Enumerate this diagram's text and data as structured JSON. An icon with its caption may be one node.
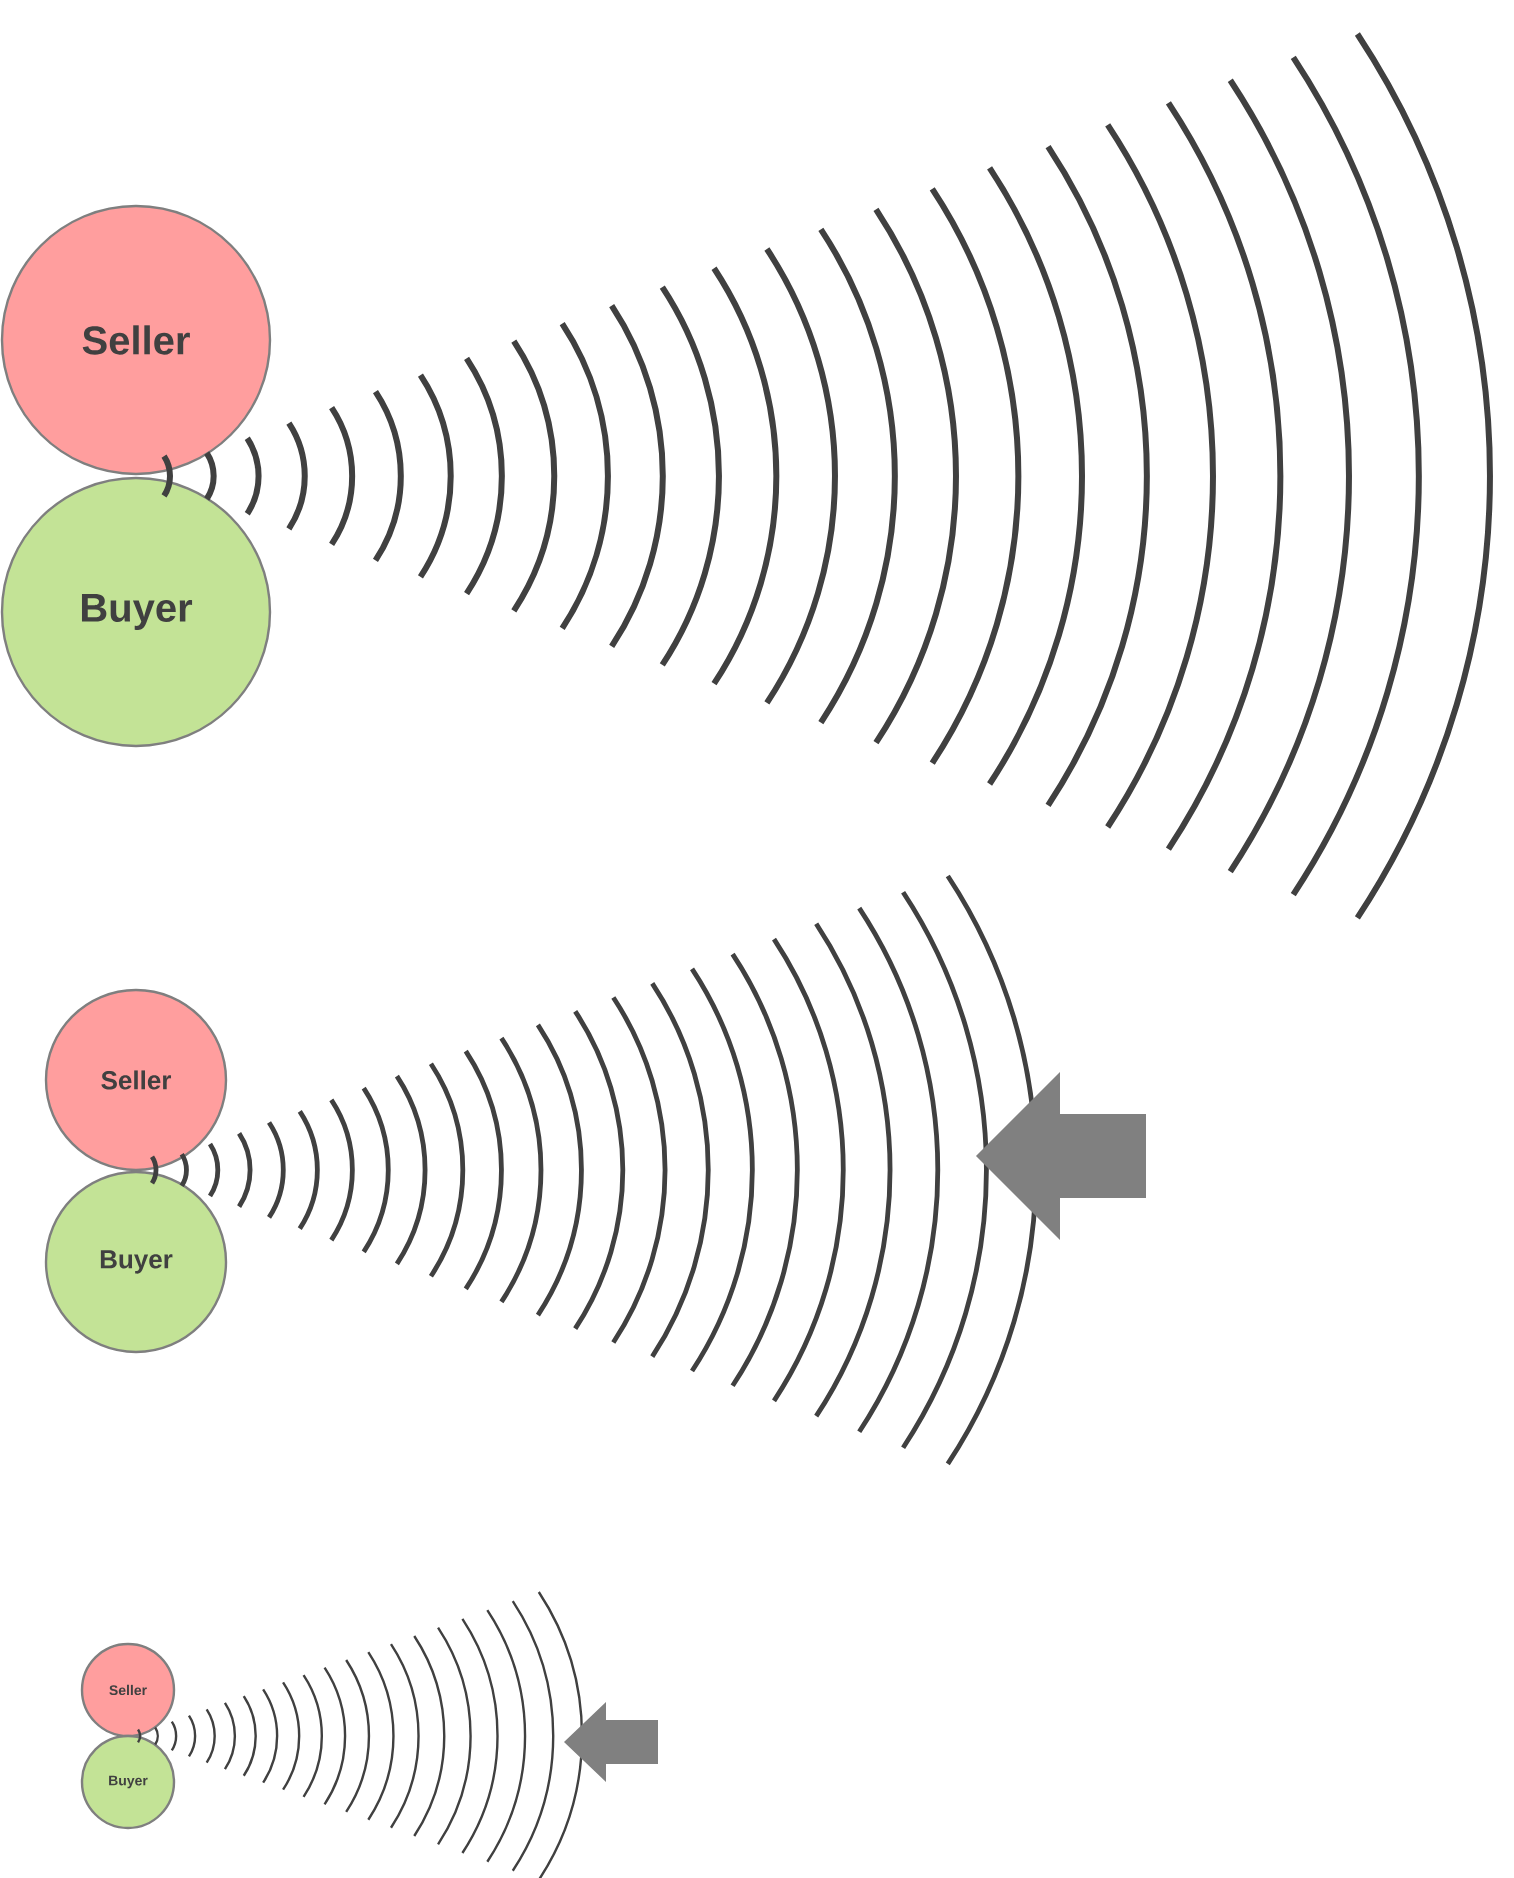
{
  "diagram": {
    "nodes": [
      {
        "text": [
          "Seller"
        ]
      },
      {
        "text": [
          "Buyer"
        ]
      },
      {
        "text": [
          "Seller"
        ]
      },
      {
        "text": [
          "Buyer"
        ]
      },
      {
        "text": [
          "Seller"
        ]
      },
      {
        "text": [
          "Buyer"
        ]
      }
    ]
  }
}
